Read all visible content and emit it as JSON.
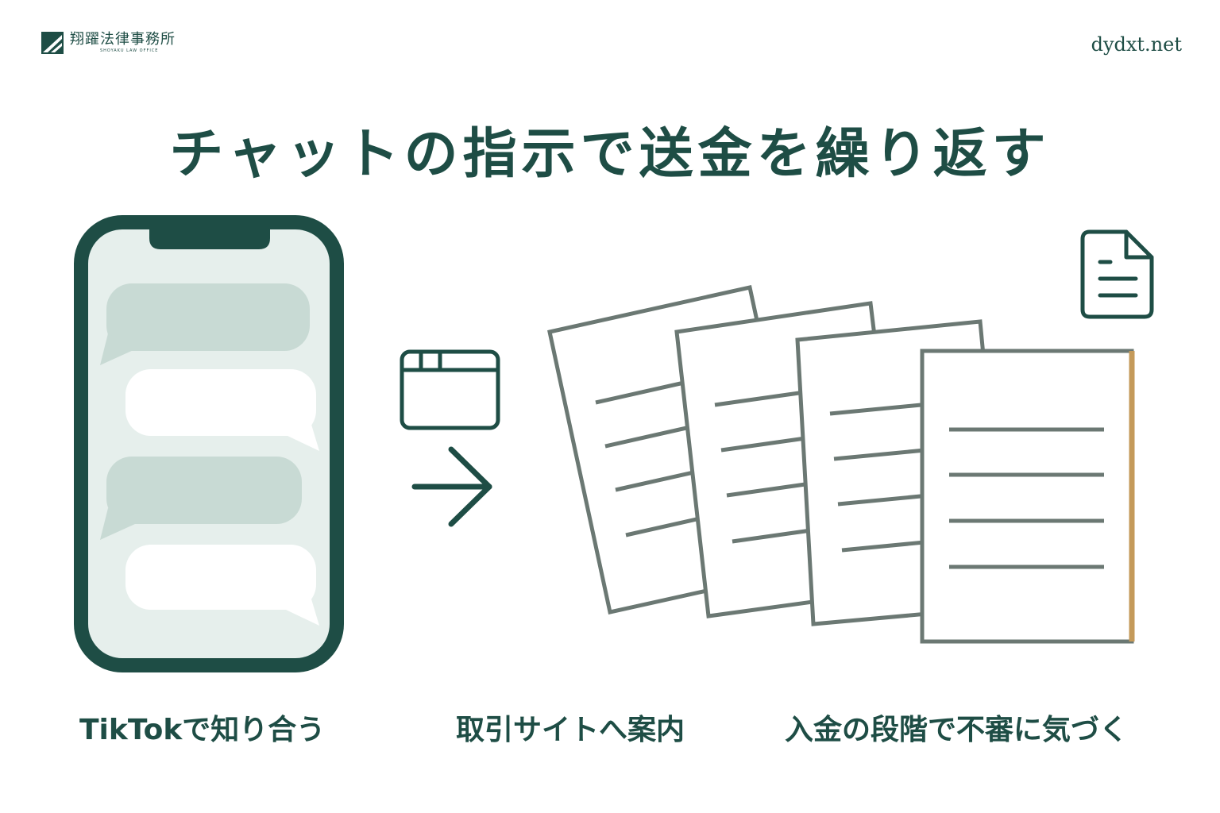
{
  "header": {
    "logo_main": "翔躍法律事務所",
    "logo_sub": "SHOYAKU LAW OFFICE",
    "site": "dydxt.net"
  },
  "title": "チャットの指示で送金を繰り返す",
  "steps": [
    {
      "label": "TikTokで知り合う",
      "icon": "smartphone-chat-icon"
    },
    {
      "label": "取引サイトへ案内",
      "icon": "browser-window-icon"
    },
    {
      "label": "入金の段階で不審に気づく",
      "icon": "document-stack-icon"
    }
  ],
  "colors": {
    "primary": "#1e4d45",
    "screen_bg": "#e6efec",
    "bubble_gray": "#c8dad4",
    "paper_stroke": "#6b7873",
    "accent": "#c49a5a"
  }
}
